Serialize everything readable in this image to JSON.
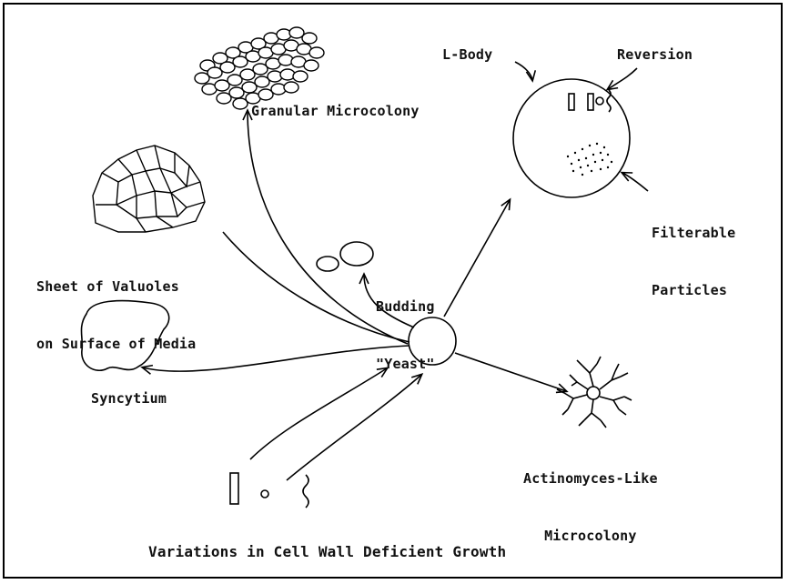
{
  "title": "Variations in Cell Wall Deficient Growth",
  "labels": {
    "granular": "Granular Microcolony",
    "l_body": "L-Body",
    "reversion": "Reversion",
    "filterable": [
      "Filterable",
      "Particles"
    ],
    "sheet": [
      "Sheet of Valuoles",
      "on Surface of Media"
    ],
    "budding": [
      "Budding",
      "\"Yeast\""
    ],
    "syncytium": "Syncytium",
    "actinomyces": [
      "Actinomyces-Like",
      "Microcolony"
    ]
  }
}
